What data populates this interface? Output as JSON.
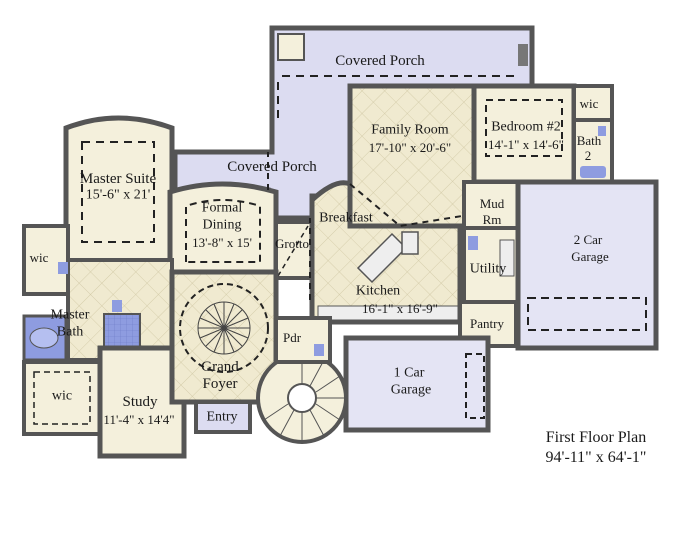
{
  "colors": {
    "wall": "#555555",
    "cream": "#f4f0dc",
    "tile": "#f0ead0",
    "tile_line": "#cfc6a2",
    "porch": "#dcdcf1",
    "garage": "#e4e4f4",
    "bath_blue": "#8e9ce0"
  },
  "rooms": {
    "covered_porch_top": "Covered Porch",
    "covered_porch_mid": "Covered Porch",
    "family_room": "Family Room",
    "family_room_size": "17'-10\" x 20'-6\"",
    "bedroom2": "Bedroom #2",
    "bedroom2_size": "14'-1\" x 14'-6\"",
    "wic_top": "wic",
    "bath2": "Bath",
    "bath2_num": "2",
    "master_suite": "Master Suite",
    "master_suite_size": "15'-6\" x 21'",
    "formal_dining": "Formal",
    "formal_dining_2": "Dining",
    "formal_dining_size": "13'-8\" x 15'",
    "grotto": "Grotto",
    "breakfast": "Breakfast",
    "mud": "Mud",
    "mud_rm": "Rm",
    "garage2": "2 Car",
    "garage2_2": "Garage",
    "wic_left": "wic",
    "utility": "Utility",
    "kitchen": "Kitchen",
    "kitchen_size": "16'-1\" x 16'-9\"",
    "master_bath": "Master",
    "master_bath_2": "Bath",
    "pantry": "Pantry",
    "pdr": "Pdr",
    "grand_foyer": "Grand",
    "grand_foyer_2": "Foyer",
    "garage1": "1 Car",
    "garage1_2": "Garage",
    "wic_bottom": "wic",
    "study": "Study",
    "study_size": "11'-4\" x 14'4\"",
    "entry": "Entry"
  },
  "caption": {
    "title": "First Floor Plan",
    "dims": "94'-11\" x 64'-1\""
  }
}
